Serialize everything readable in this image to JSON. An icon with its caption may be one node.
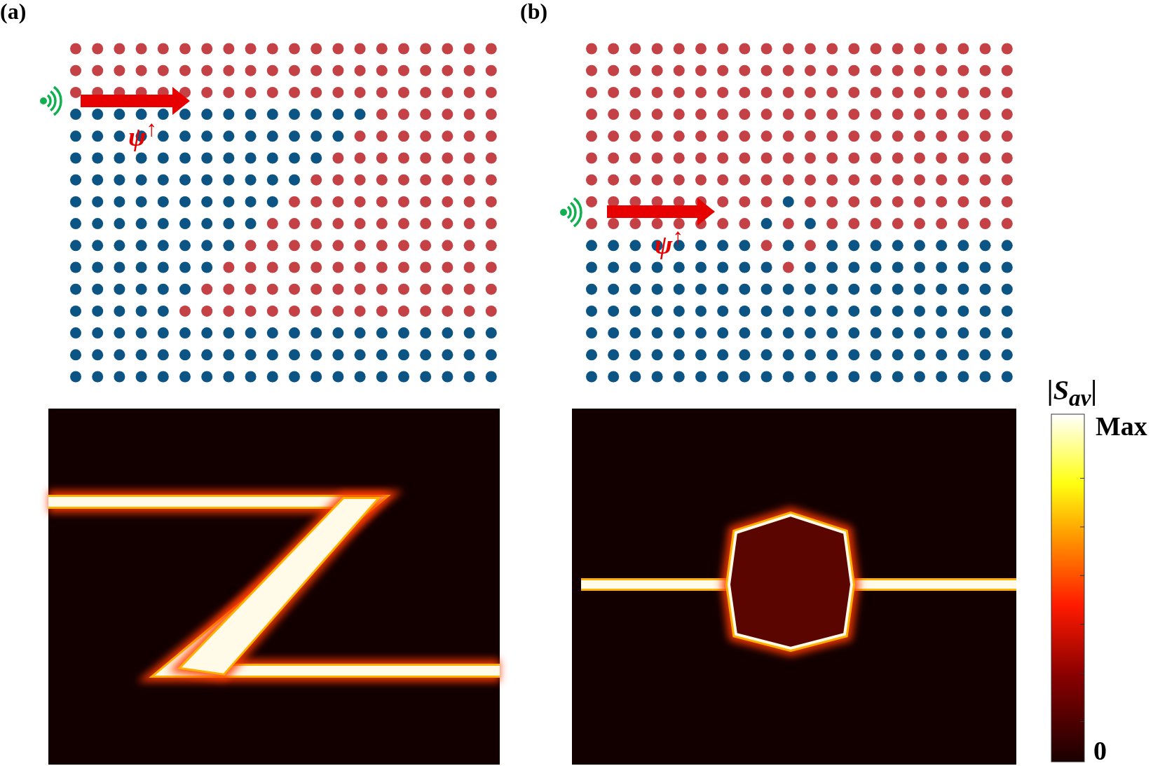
{
  "diagram": {
    "labels": [
      "(a)",
      "(b)",
      "ψ$^{↑}$",
      "ψ$^{↑}$",
      "|S$_{av}$|",
      "Max",
      "0"
    ]
  }
}
